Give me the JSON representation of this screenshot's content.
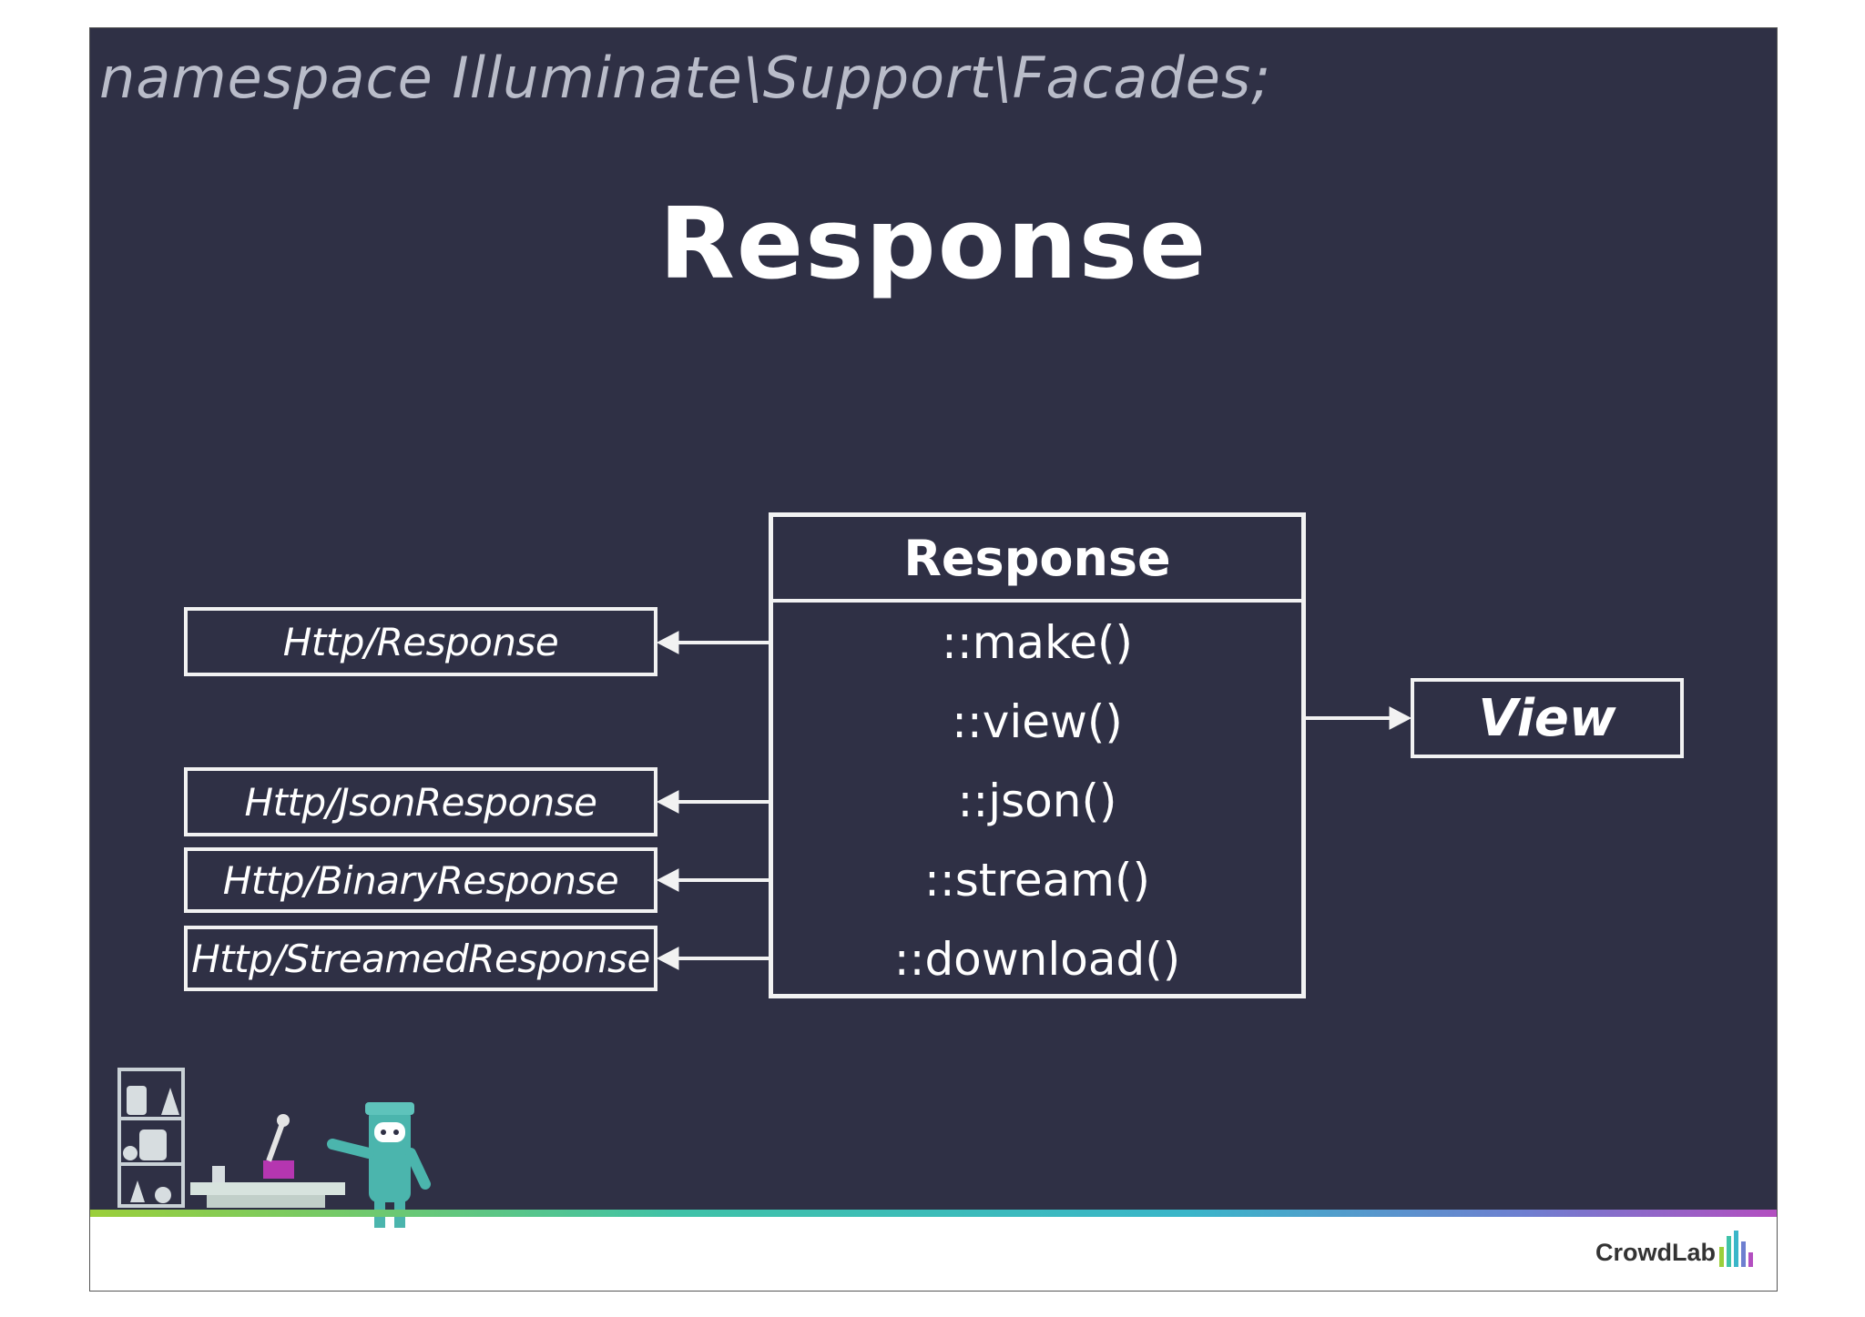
{
  "header": {
    "namespace": "namespace Illuminate\\Support\\Facades;",
    "title": "Response"
  },
  "diagram": {
    "main": {
      "title": "Response",
      "methods": [
        "::make()",
        "::view()",
        "::json()",
        "::stream()",
        "::download()"
      ]
    },
    "classes": [
      "Http/Response",
      "Http/JsonResponse",
      "Http/BinaryResponse",
      "Http/StreamedResponse"
    ],
    "view": "View"
  },
  "footer": {
    "logo_text": "CrowdLab",
    "logo_colors": [
      "#9bcf3a",
      "#3fc2a8",
      "#3ab6c9",
      "#6e7fd0",
      "#b34fc0"
    ]
  },
  "colors": {
    "background": "#2f3045",
    "line": "#f2f2f2",
    "namespace_text": "#b9bcc9"
  }
}
